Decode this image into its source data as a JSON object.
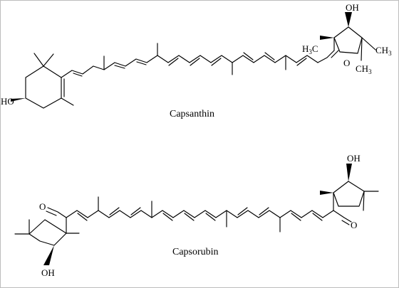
{
  "molecules": [
    {
      "name": "Capsanthin",
      "labels": {
        "oh_top": "OH",
        "oh_left": "HO",
        "h3c_main": "H",
        "h3c_sub": "3",
        "h3c_tail": "C",
        "ch3_right_main": "CH",
        "ch3_right_sub": "3",
        "ch3_low_main": "CH",
        "ch3_low_sub": "3",
        "carbonyl_o": "O"
      }
    },
    {
      "name": "Capsorubin",
      "labels": {
        "oh_top": "OH",
        "oh_bottom": "OH",
        "carbonyl_o_left": "O",
        "carbonyl_o_right": "O"
      }
    }
  ]
}
